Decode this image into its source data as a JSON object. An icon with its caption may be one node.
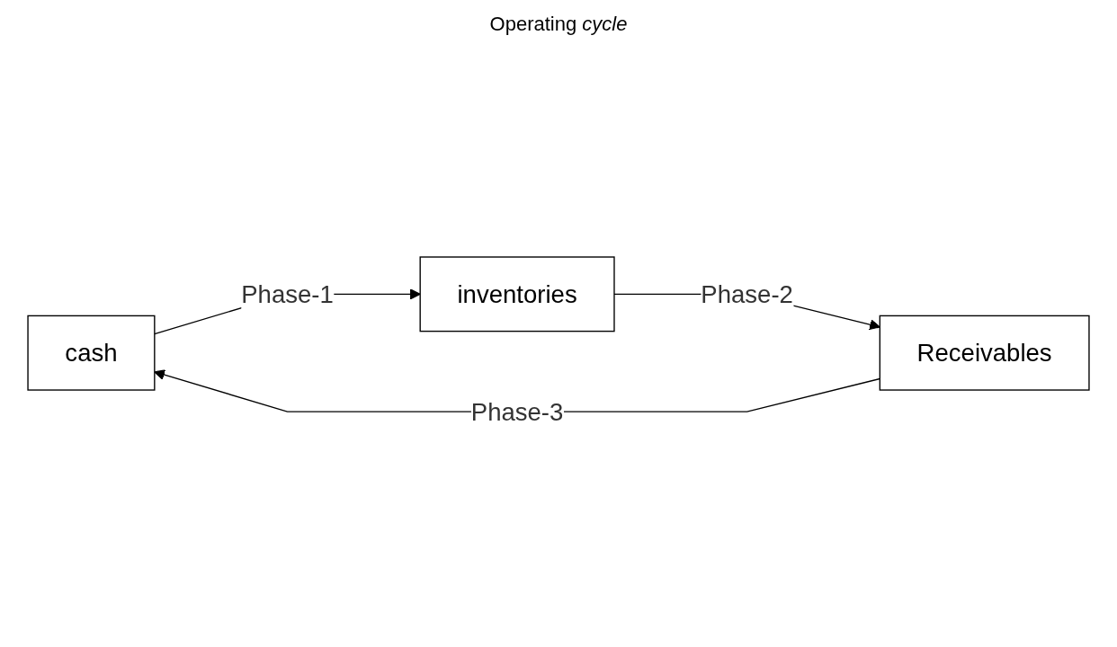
{
  "diagram": {
    "title": "Operating *cycle*",
    "nodes": [
      {
        "text": [
          "cash"
        ]
      },
      {
        "text": [
          "inventories"
        ]
      },
      {
        "text": [
          "Receivables"
        ]
      }
    ],
    "edges": [
      {
        "from": 0,
        "to": 1,
        "arrow": "to",
        "label": "Phase-1"
      },
      {
        "from": 1,
        "to": 2,
        "arrow": "to",
        "label": "Phase-2"
      },
      {
        "from": 2,
        "to": 0,
        "arrow": "to",
        "label": "Phase-3"
      }
    ]
  }
}
